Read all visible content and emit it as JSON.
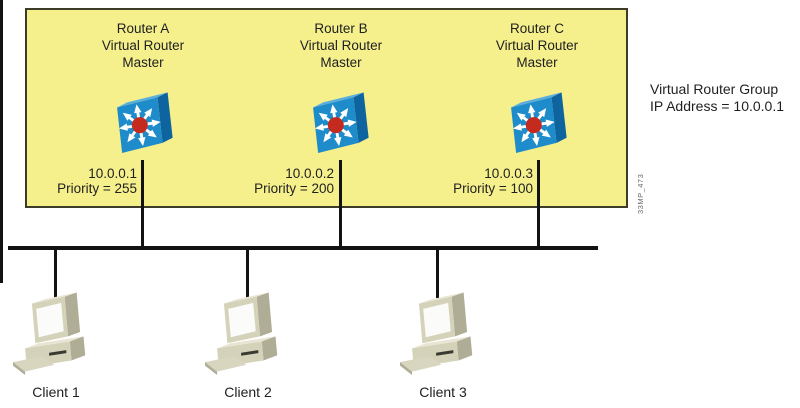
{
  "colors": {
    "canvas_bg": "#ffffff",
    "group_box_fill": "#f5f08c",
    "group_box_border": "#3c3c28",
    "line_black": "#121212",
    "text_dark": "#1f1f1f",
    "figure_id_gray": "#6a6a6a",
    "router_front_blue": "#1e8cca",
    "router_top_blue": "#5aaede",
    "router_side_blue": "#0e649f",
    "router_hub_red": "#c52a1e",
    "router_arrow_white": "#ffffff",
    "pc_front_beige": "#d5d2ba",
    "pc_top_beige": "#e8e5d2",
    "pc_side_beige": "#b0ad96",
    "pc_key_beige": "#d9d6bf",
    "pc_screen_white": "#fbfbf9",
    "pc_slot_dark": "#3a3a30"
  },
  "group_box": {
    "note_line1": "Virtual Router Group",
    "note_line2": "IP Address = 10.0.0.1",
    "figure_id": "33MP_473"
  },
  "routers": [
    {
      "name": "Router A",
      "role_line1": "Virtual Router",
      "role_line2": "Master",
      "ip": "10.0.0.1",
      "priority": "Priority = 255",
      "icon": "router-switch-icon"
    },
    {
      "name": "Router B",
      "role_line1": "Virtual Router",
      "role_line2": "Master",
      "ip": "10.0.0.2",
      "priority": "Priority = 200",
      "icon": "router-switch-icon"
    },
    {
      "name": "Router C",
      "role_line1": "Virtual Router",
      "role_line2": "Master",
      "ip": "10.0.0.3",
      "priority": "Priority = 100",
      "icon": "router-switch-icon"
    }
  ],
  "clients": [
    {
      "label": "Client 1",
      "icon": "desktop-computer-icon"
    },
    {
      "label": "Client 2",
      "icon": "desktop-computer-icon"
    },
    {
      "label": "Client 3",
      "icon": "desktop-computer-icon"
    }
  ]
}
